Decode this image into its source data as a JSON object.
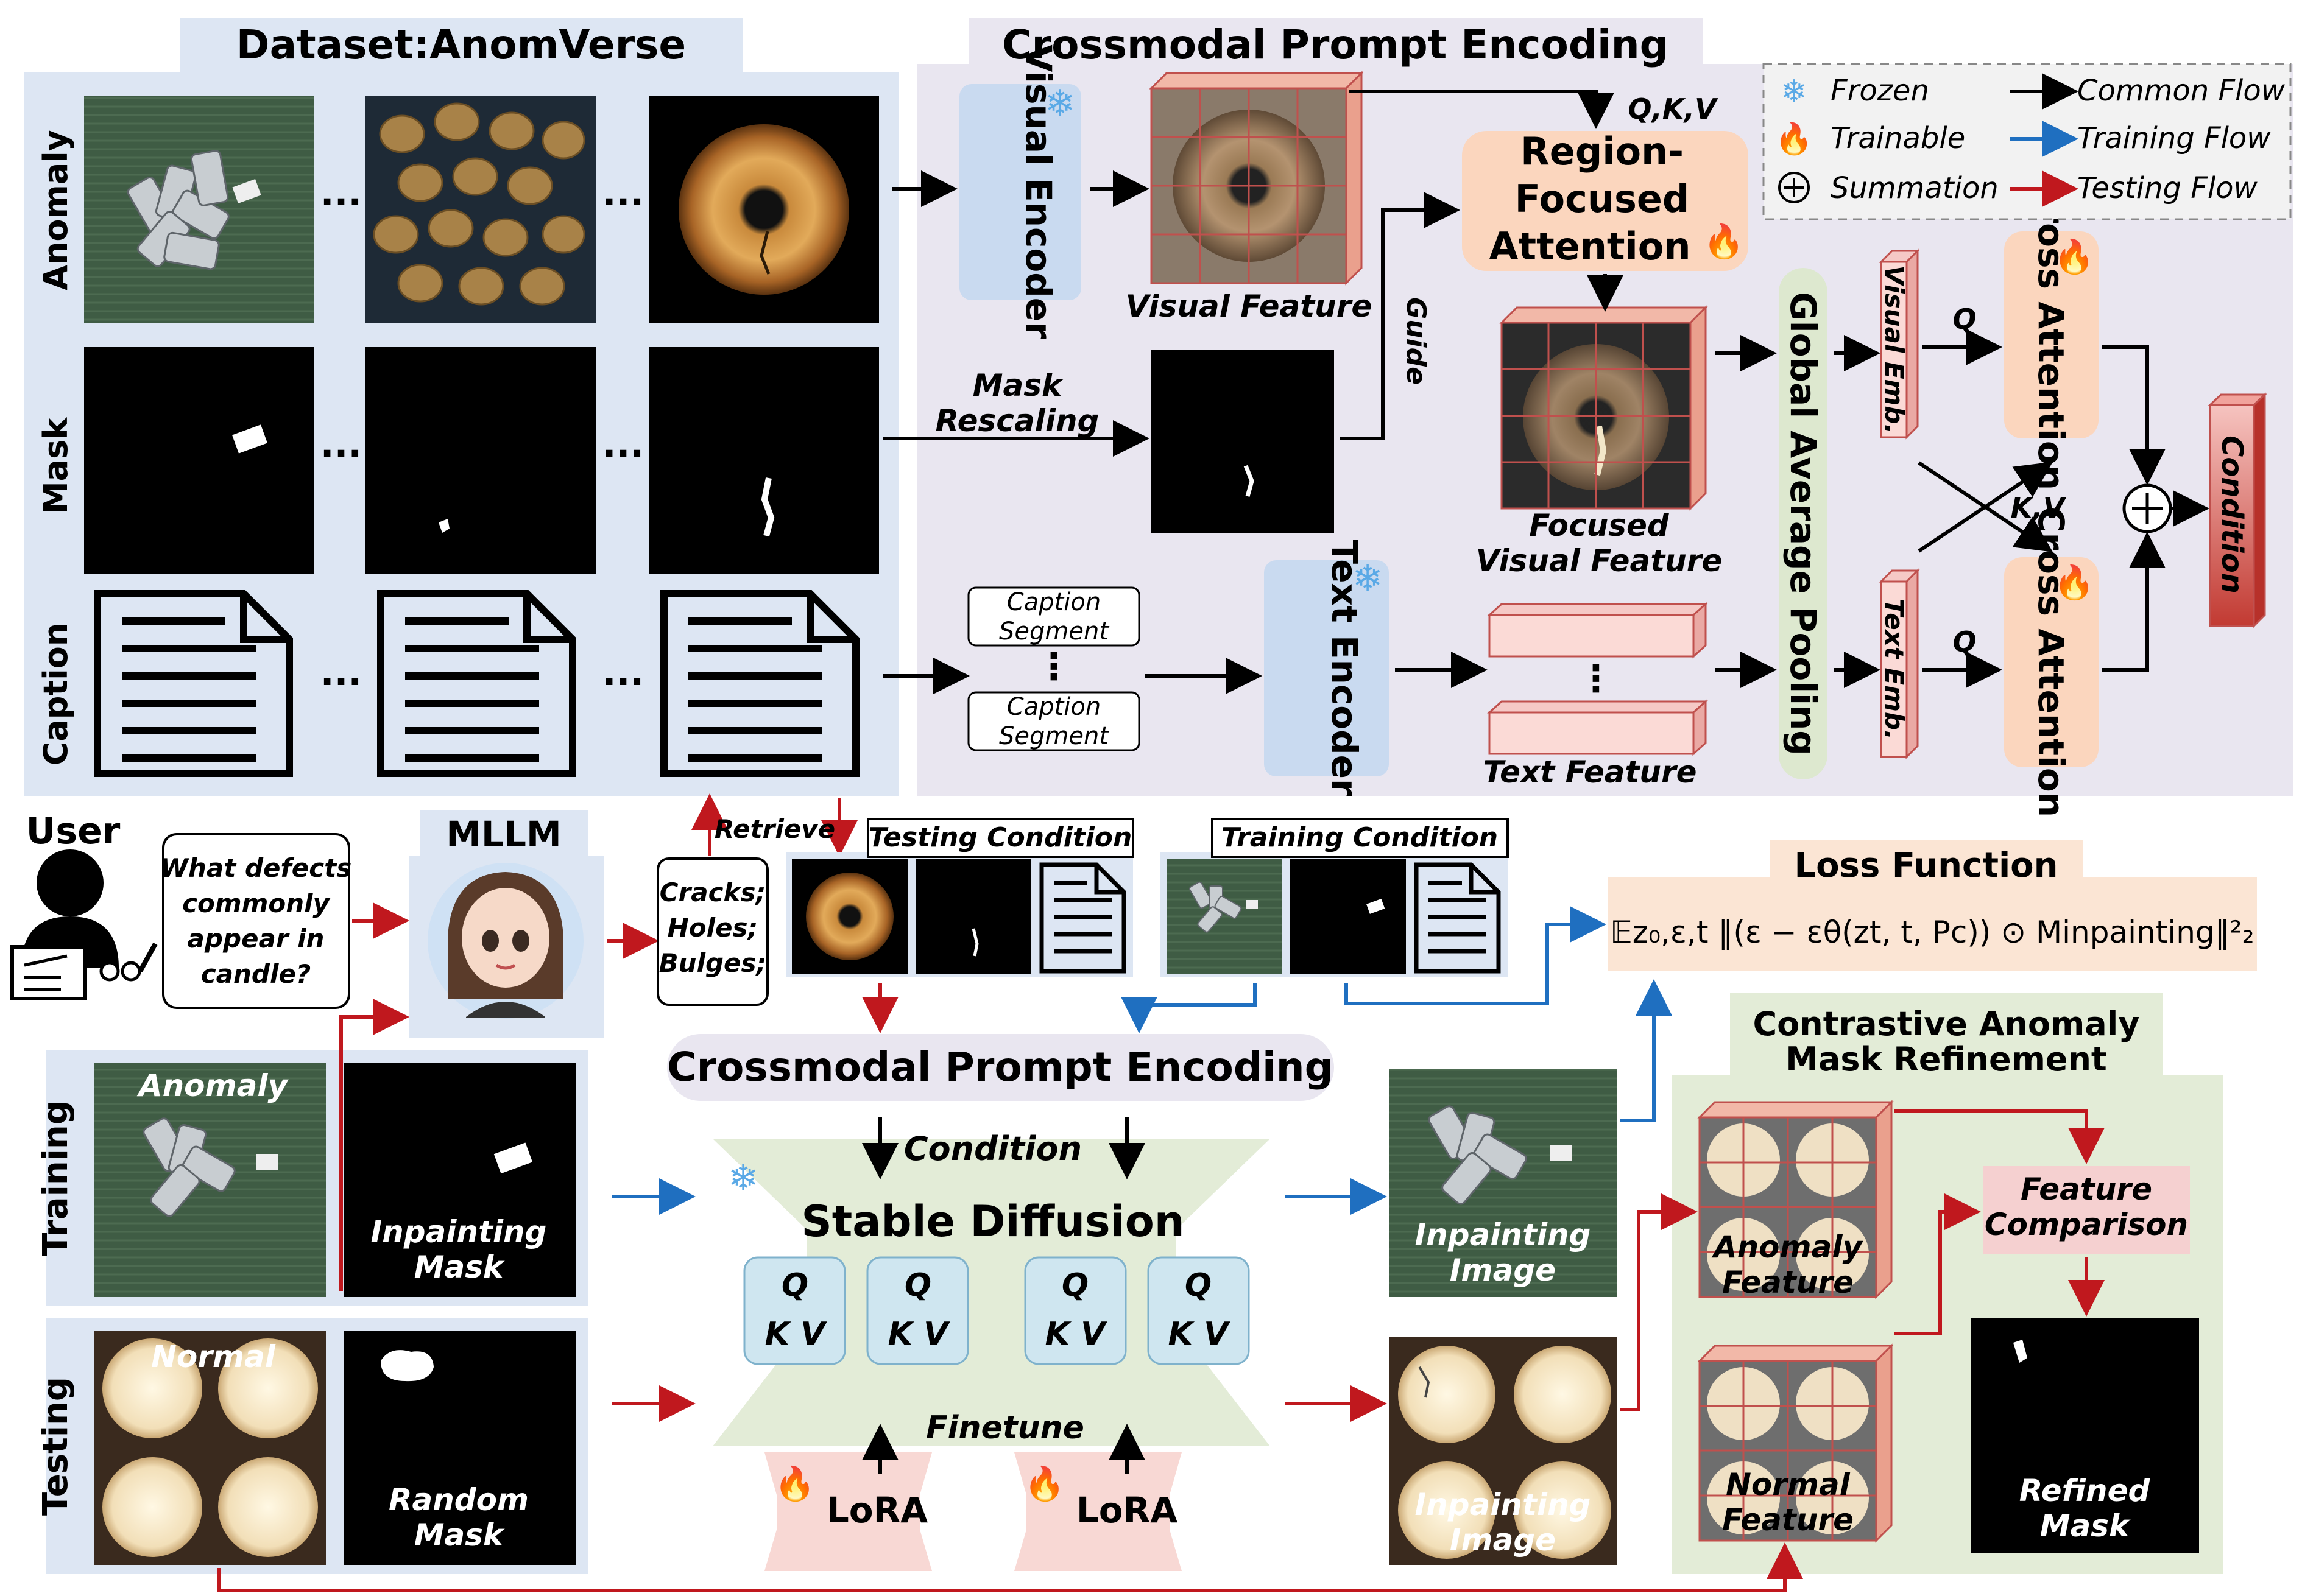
{
  "dataset": {
    "title": "Dataset:AnomVerse",
    "rows": [
      "Anomaly",
      "Mask",
      "Caption"
    ],
    "ellipsis": "···"
  },
  "cpe": {
    "title": "Crossmodal Prompt Encoding",
    "visual_encoder": "Visual Encoder",
    "visual_feature": "Visual Feature",
    "qkv": "Q,K,V",
    "rfa": "Region-Focused Attention",
    "mask_rescaling": "Mask Rescaling",
    "guide": "Guide",
    "focused_feature": "Focused Visual Feature",
    "caption_segment": "Caption Segment",
    "text_encoder": "Text Encoder",
    "text_feature": "Text Feature",
    "gap": "Global Average Pooling",
    "visual_emb": "Visual Emb.",
    "text_emb": "Text Emb.",
    "q": "Q",
    "kv": "K,V",
    "cross_attention": "Cross Attention",
    "condition": "Condition"
  },
  "legend": {
    "frozen": "Frozen",
    "trainable": "Trainable",
    "summation": "Summation",
    "common": "Common Flow",
    "training": "Training Flow",
    "testing": "Testing Flow",
    "colors": {
      "common": "#000000",
      "training": "#1f6fc0",
      "testing": "#c0181e"
    }
  },
  "bottom": {
    "user": "User",
    "question": "What defects commonly appear in candle?",
    "mllm": "MLLM",
    "retrieve": "Retrieve",
    "answer": "Cracks; Holes; Bulges;",
    "testing_condition": "Testing Condition",
    "training_condition": "Training Condition",
    "loss_title": "Loss Function",
    "loss_formula": "𝔼z₀,ε,t ‖(ε − εθ(zt, t, Pc)) ⊙ Minpainting‖²₂",
    "cpe": "Crossmodal Prompt Encoding",
    "condition": "Condition",
    "stable_diffusion": "Stable Diffusion",
    "q": "Q",
    "kv": "K V",
    "finetune": "Finetune",
    "lora": "LoRA",
    "training": "Training",
    "testing": "Testing",
    "anomaly": "Anomaly",
    "inpainting_mask": "Inpainting Mask",
    "normal": "Normal",
    "random_mask": "Random Mask",
    "inpainting_image": "Inpainting Image",
    "camr_title": "Contrastive Anomaly Mask Refinement",
    "anomaly_feature": "Anomaly Feature",
    "normal_feature": "Normal Feature",
    "feature_comparison": "Feature Comparison",
    "refined_mask": "Refined Mask"
  }
}
